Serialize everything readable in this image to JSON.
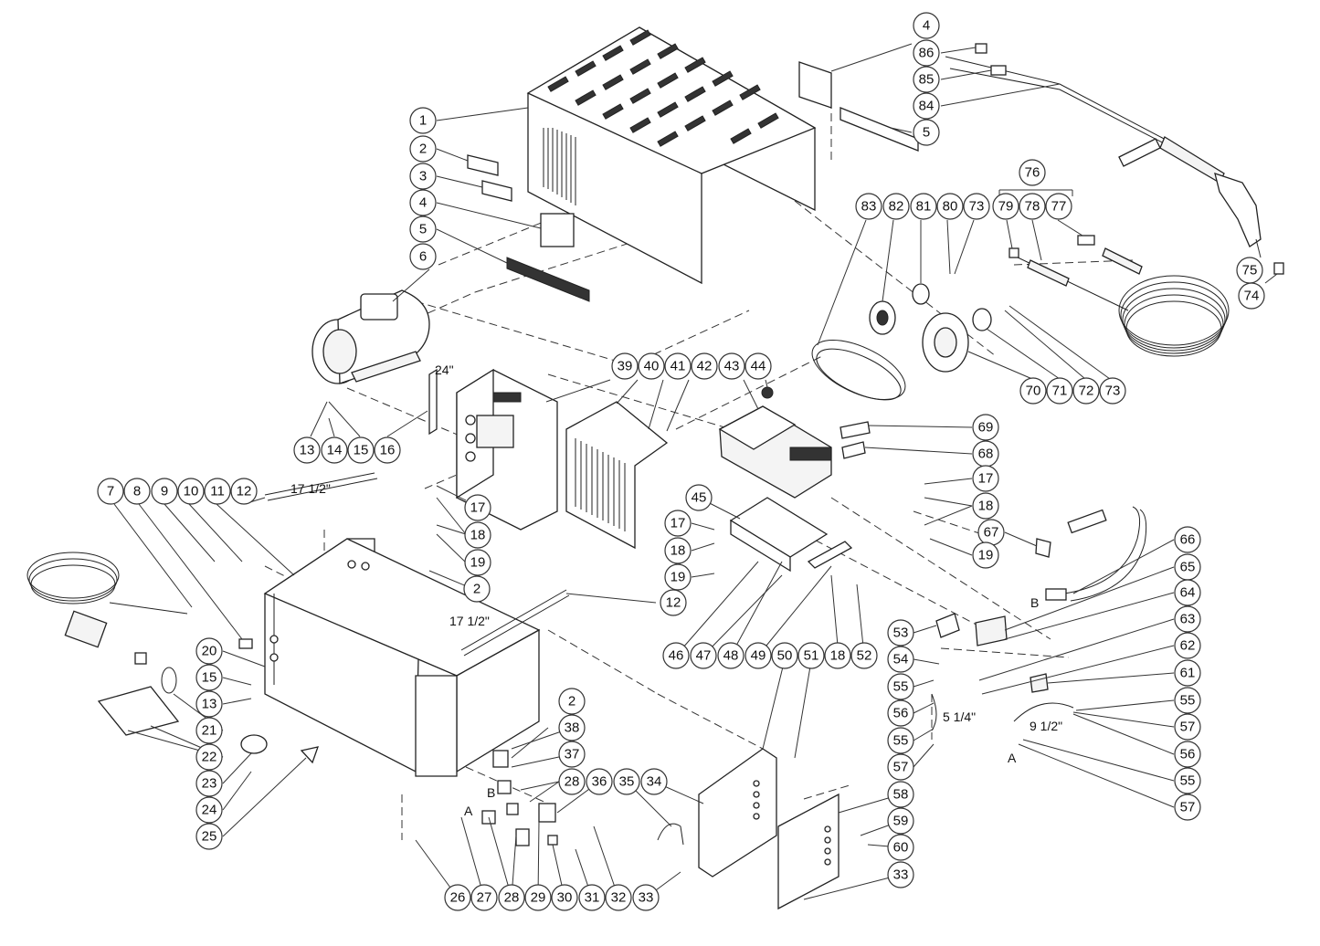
{
  "diagram": {
    "dimensions": {
      "d24": "24\"",
      "d17a": "17 1/2\"",
      "d17b": "17 1/2\"",
      "d5q": "5 1/4\"",
      "d9h": "9 1/2\""
    },
    "letters": {
      "B1": "B",
      "B2": "B",
      "A1": "A",
      "A2": "A"
    },
    "callouts": {
      "c1": "1",
      "c2a": "2",
      "c3": "3",
      "c4a": "4",
      "c5a": "5",
      "c6": "6",
      "c4b": "4",
      "c86": "86",
      "c85": "85",
      "c84": "84",
      "c5b": "5",
      "c76": "76",
      "c83": "83",
      "c82": "82",
      "c81": "81",
      "c80": "80",
      "c73a": "73",
      "c79": "79",
      "c78": "78",
      "c77": "77",
      "c75": "75",
      "c74": "74",
      "c70": "70",
      "c71": "71",
      "c72": "72",
      "c73b": "73",
      "c39": "39",
      "c40": "40",
      "c41": "41",
      "c42": "42",
      "c43": "43",
      "c44": "44",
      "c69": "69",
      "c68": "68",
      "c17a": "17",
      "c18a": "18",
      "c67": "67",
      "c19a": "19",
      "c66": "66",
      "c65": "65",
      "c64": "64",
      "c63": "63",
      "c62": "62",
      "c61": "61",
      "c55a": "55",
      "c57a": "57",
      "c56a": "56",
      "c55b": "55",
      "c57b": "57",
      "c13a": "13",
      "c14": "14",
      "c15a": "15",
      "c16": "16",
      "c7": "7",
      "c8": "8",
      "c9": "9",
      "c10": "10",
      "c11": "11",
      "c12a": "12",
      "c17b": "17",
      "c18b": "18",
      "c19b": "19",
      "c45": "45",
      "c17c": "17",
      "c18c": "18",
      "c19c": "19",
      "c2b": "2",
      "c12b": "12",
      "c46": "46",
      "c47": "47",
      "c48": "48",
      "c49": "49",
      "c50": "50",
      "c51": "51",
      "c18d": "18",
      "c52": "52",
      "c53": "53",
      "c54": "54",
      "c55c": "55",
      "c56b": "56",
      "c55d": "55",
      "c57c": "57",
      "c20": "20",
      "c15b": "15",
      "c13b": "13",
      "c21": "21",
      "c22": "22",
      "c23": "23",
      "c24": "24",
      "c25": "25",
      "c2c": "2",
      "c38": "38",
      "c37": "37",
      "c28a": "28",
      "c36": "36",
      "c35": "35",
      "c34": "34",
      "c58": "58",
      "c59": "59",
      "c60": "60",
      "c33a": "33",
      "c26": "26",
      "c27": "27",
      "c28b": "28",
      "c29": "29",
      "c30": "30",
      "c31": "31",
      "c32": "32",
      "c33b": "33"
    }
  }
}
